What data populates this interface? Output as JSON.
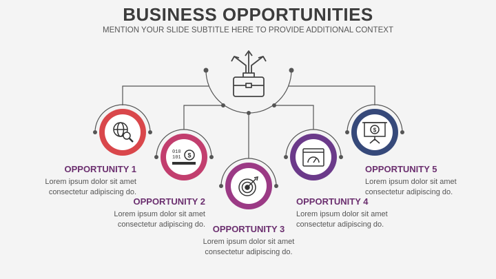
{
  "header": {
    "title": "BUSINESS OPPORTUNITIES",
    "subtitle": "MENTION YOUR SLIDE SUBTITLE HERE TO PROVIDE ADDITIONAL CONTEXT"
  },
  "center_icon": "briefcase-with-arrows-icon",
  "opportunities": [
    {
      "title": "OPPORTUNITY 1",
      "line1": "Lorem ipsum dolor sit amet",
      "line2": "consectetur adipiscing do.",
      "color": "#d9474b",
      "icon": "globe-search-icon"
    },
    {
      "title": "OPPORTUNITY 2",
      "line1": "Lorem ipsum dolor sit amet",
      "line2": "consectetur adipiscing do.",
      "color": "#c23e6e",
      "icon": "binary-money-icon"
    },
    {
      "title": "OPPORTUNITY 3",
      "line1": "Lorem ipsum dolor sit amet",
      "line2": "consectetur adipiscing do.",
      "color": "#9b3a85",
      "icon": "target-icon"
    },
    {
      "title": "OPPORTUNITY 4",
      "line1": "Lorem ipsum dolor sit amet",
      "line2": "consectetur adipiscing do.",
      "color": "#6b3a8a",
      "icon": "dashboard-icon"
    },
    {
      "title": "OPPORTUNITY 5",
      "line1": "Lorem ipsum dolor sit amet",
      "line2": "consectetur adipiscing do.",
      "color": "#36497a",
      "icon": "presentation-money-icon"
    }
  ]
}
